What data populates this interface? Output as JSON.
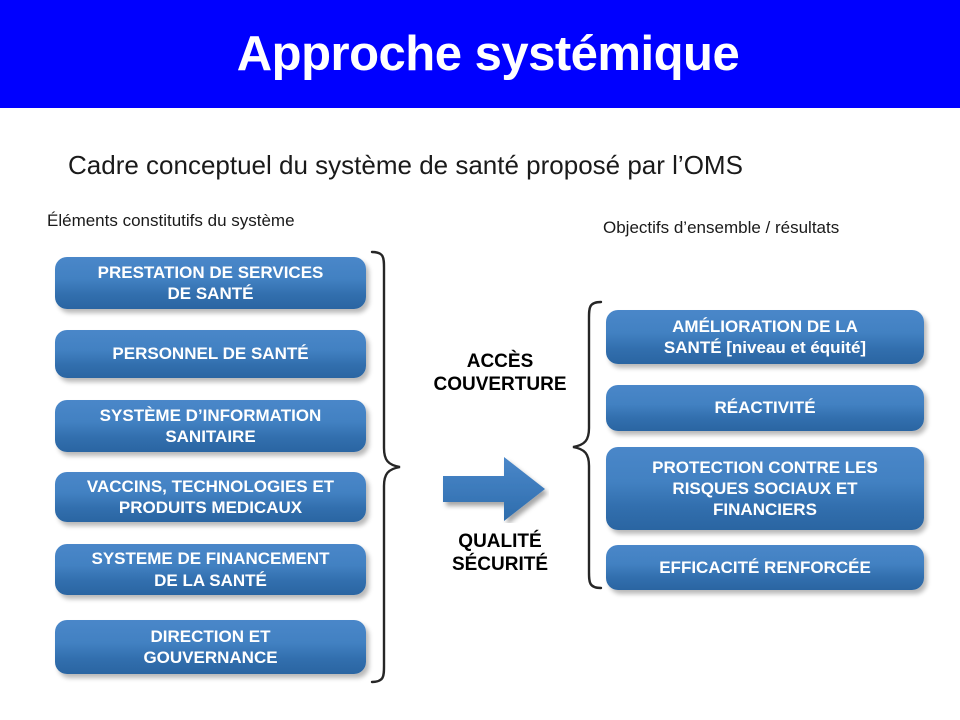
{
  "slide": {
    "title": "Approche systémique",
    "title_bg_color": "#0000FF",
    "title_text_color": "#FFFFFF",
    "subtitle": "Cadre  conceptuel du système de santé proposé par l’OMS",
    "box_color": "#3F7FBF"
  },
  "left_column": {
    "heading": "Éléments constitutifs du système",
    "boxes": [
      {
        "label": "PRESTATION DE SERVICES\nDE SANTÉ"
      },
      {
        "label": "PERSONNEL  DE SANTÉ"
      },
      {
        "label": "SYSTÈME D’INFORMATION\nSANITAIRE"
      },
      {
        "label": "VACCINS, TECHNOLOGIES ET\nPRODUITS MEDICAUX"
      },
      {
        "label": "SYSTEME DE FINANCEMENT\nDE LA SANTÉ"
      },
      {
        "label": "DIRECTION ET\nGOUVERNANCE"
      }
    ]
  },
  "center": {
    "label_top": "ACCÈS\nCOUVERTURE",
    "label_bottom": "QUALITÉ\nSÉCURITÉ",
    "arrow_icon": "right-arrow-icon"
  },
  "right_column": {
    "heading": "Objectifs d’ensemble / résultats",
    "boxes": [
      {
        "label": "AMÉLIORATION DE LA\nSANTÉ [niveau et équité]"
      },
      {
        "label": "RÉACTIVITÉ"
      },
      {
        "label": "PROTECTION CONTRE LES\nRISQUES SOCIAUX ET\nFINANCIERS"
      },
      {
        "label": "EFFICACITÉ RENFORCÉE"
      }
    ]
  }
}
